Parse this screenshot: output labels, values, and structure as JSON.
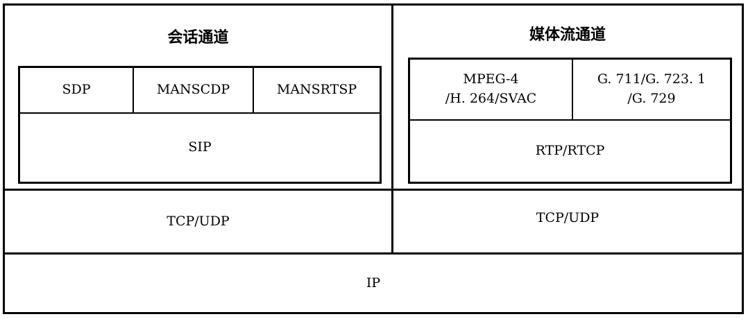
{
  "session_channel": {
    "title": "会话通道",
    "top_row": [
      "SDP",
      "MANSCDP",
      "MANSRTSP"
    ],
    "bottom": "SIP"
  },
  "media_channel": {
    "title": "媒体流通道",
    "video_codecs": {
      "line1": "MPEG-4",
      "line2": "/H. 264/SVAC"
    },
    "audio_codecs": {
      "line1": "G. 711/G. 723. 1",
      "line2": "/G. 729"
    },
    "bottom": "RTP/RTCP"
  },
  "transport": {
    "left": "TCP/UDP",
    "right": "TCP/UDP"
  },
  "network": {
    "label": "IP"
  }
}
